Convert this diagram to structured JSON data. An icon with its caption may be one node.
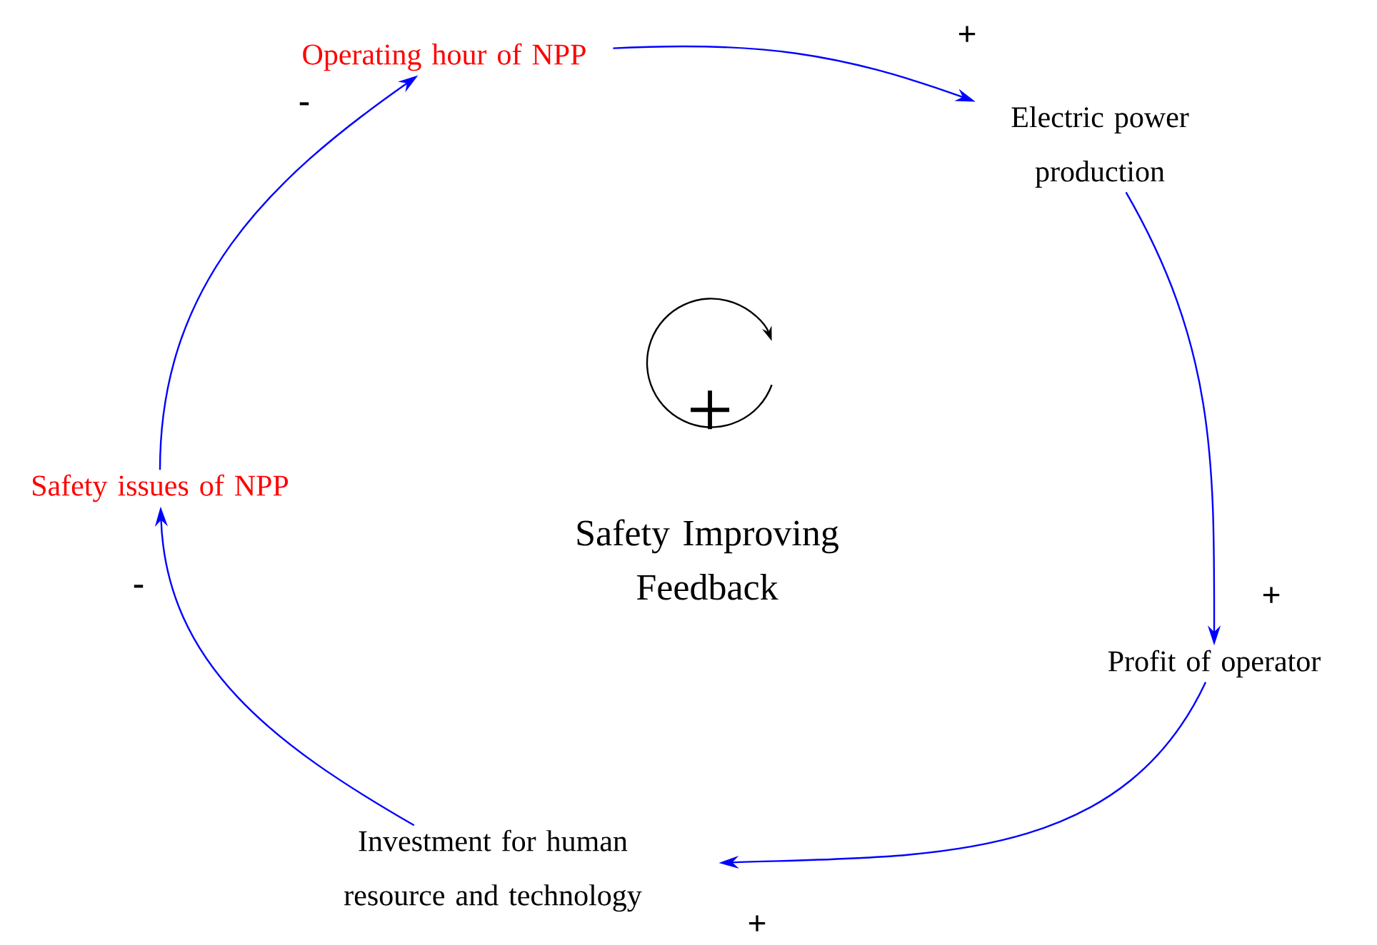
{
  "diagram": {
    "nodes": [
      {
        "text": [
          "Operating hour of NPP"
        ]
      },
      {
        "text": [
          "Electric power production"
        ]
      },
      {
        "text": [
          "Profit of operator"
        ]
      },
      {
        "text": [
          "Investment for human resource and technology"
        ]
      },
      {
        "text": [
          "Safety issues of NPP"
        ]
      }
    ],
    "edges": [
      {
        "from": 0,
        "to": 1,
        "arrow": "to",
        "label": "+"
      },
      {
        "from": 1,
        "to": 2,
        "arrow": "to",
        "label": "+"
      },
      {
        "from": 2,
        "to": 3,
        "arrow": "to",
        "label": "+"
      },
      {
        "from": 3,
        "to": 4,
        "arrow": "to",
        "label": "-"
      },
      {
        "from": 4,
        "to": 0,
        "arrow": "to",
        "label": "-"
      }
    ],
    "labels": [
      "+",
      "Safety Improving Feedback"
    ]
  }
}
